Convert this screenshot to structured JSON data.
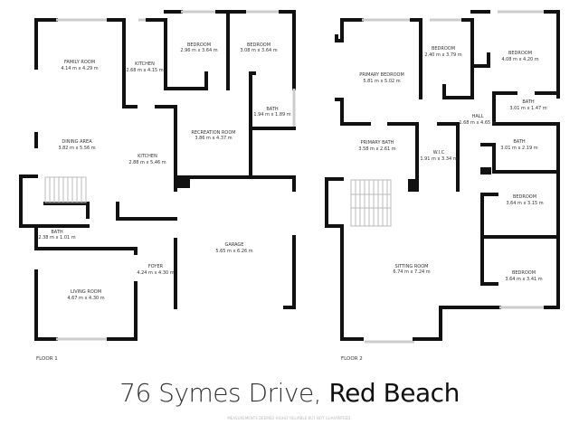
{
  "floor1": {
    "label": "FLOOR 1",
    "rooms": [
      {
        "name": "FAMILY ROOM",
        "size": "4.14 m x 4.29 m"
      },
      {
        "name": "KITCHEN",
        "size": "2.68 m x 4.15 m"
      },
      {
        "name": "BEDROOM",
        "size": "2.96 m x 3.64 m"
      },
      {
        "name": "BEDROOM",
        "size": "3.08 m x 3.64 m"
      },
      {
        "name": "BATH",
        "size": "1.94 m x 1.89 m"
      },
      {
        "name": "RECREATION ROOM",
        "size": "3.86 m x 4.37 m"
      },
      {
        "name": "DINING AREA",
        "size": "3.82 m x 5.56 m"
      },
      {
        "name": "KITCHEN",
        "size": "2.88 m x 5.46 m"
      },
      {
        "name": "BATH",
        "size": "2.38 m x 1.01 m"
      },
      {
        "name": "GARAGE",
        "size": "5.65 m x 6.26 m"
      },
      {
        "name": "FOYER",
        "size": "4.24 m x 4.30 m"
      },
      {
        "name": "LIVING ROOM",
        "size": "4.67 m x 4.30 m"
      }
    ]
  },
  "floor2": {
    "label": "FLOOR 2",
    "rooms": [
      {
        "name": "PRIMARY BEDROOM",
        "size": "5.81 m x 5.02 m"
      },
      {
        "name": "BEDROOM",
        "size": "2.40 m x 3.79 m"
      },
      {
        "name": "BEDROOM",
        "size": "4.08 m x 4.20 m"
      },
      {
        "name": "BATH",
        "size": "3.01 m x 1.47 m"
      },
      {
        "name": "HALL",
        "size": "1.68 m x 4.65 m"
      },
      {
        "name": "PRIMARY BATH",
        "size": "3.58 m x 2.61 m"
      },
      {
        "name": "W.I.C",
        "size": "1.91 m x 3.34 m"
      },
      {
        "name": "BATH",
        "size": "3.01 m x 2.19 m"
      },
      {
        "name": "BEDROOM",
        "size": "3.64 m x 3.15 m"
      },
      {
        "name": "SITTING ROOM",
        "size": "6.74 m x 7.24 m"
      },
      {
        "name": "BEDROOM",
        "size": "3.64 m x 3.41 m"
      }
    ]
  },
  "title": {
    "street": "76 Symes Drive,",
    "suburb": "Red Beach"
  },
  "disclaimer": "MEASUREMENTS DEEMED HIGHLY RELIABLE BUT NOT GUARANTEED."
}
